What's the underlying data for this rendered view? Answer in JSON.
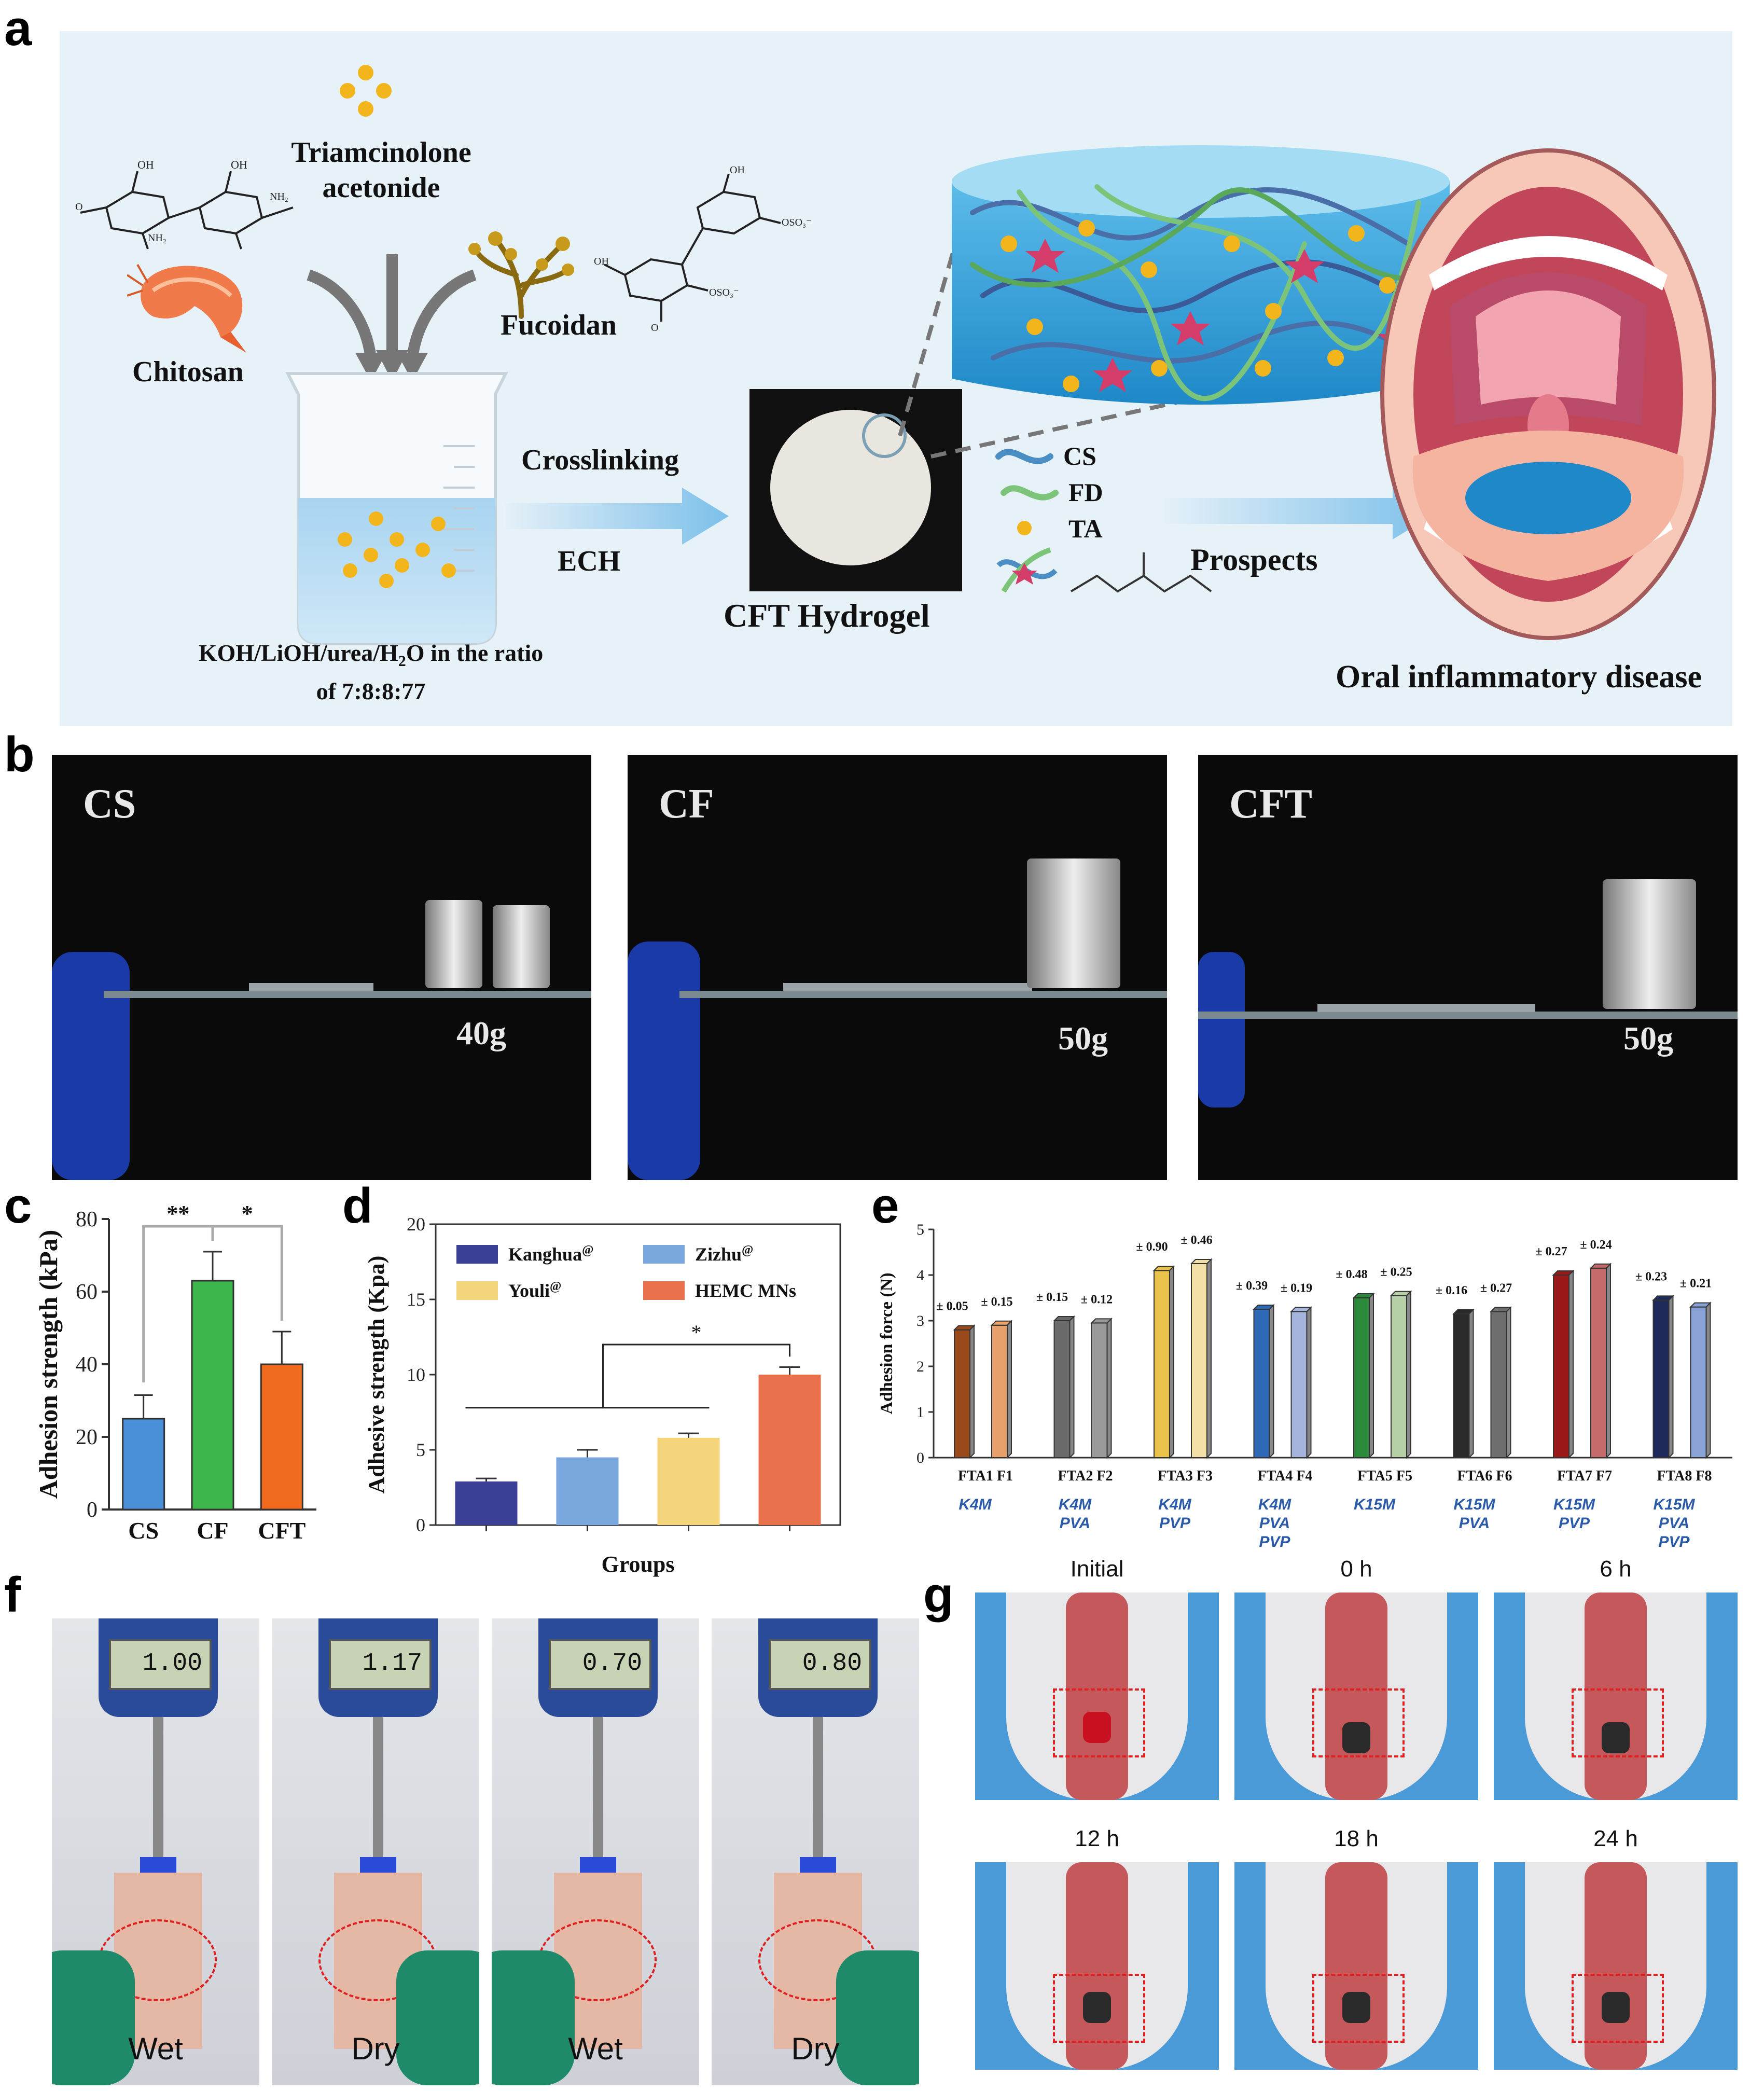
{
  "panel_labels": {
    "a": "a",
    "b": "b",
    "c": "c",
    "d": "d",
    "e": "e",
    "f": "f",
    "g": "g"
  },
  "panel_a": {
    "drug": "Triamcinolone acetonide",
    "chitosan": "Chitosan",
    "fucoidan": "Fucoidan",
    "solvent_line1": "KOH/LiOH/urea/H",
    "solvent_sub": "2",
    "solvent_line1_end": "O in the ratio",
    "solvent_line2": "of 7:8:8:77",
    "arrow1_top": "Crosslinking",
    "arrow1_bottom": "ECH",
    "hydrogel": "CFT Hydrogel",
    "legend": [
      "CS",
      "FD",
      "TA"
    ],
    "arrow2": "Prospects",
    "target": "Oral inflammatory disease",
    "colors": {
      "background": "#e6f2f8",
      "cs": "#4a8ec4",
      "fd": "#7cc47a",
      "ta": "#f2b61c",
      "crosslink": "#d43d6a",
      "water": "#2e9bd6"
    }
  },
  "panel_b": {
    "photos": [
      {
        "title": "CS",
        "weight": "40g"
      },
      {
        "title": "CF",
        "weight": "50g"
      },
      {
        "title": "CFT",
        "weight": "50g"
      }
    ]
  },
  "chart_data": [
    {
      "id": "c",
      "type": "bar",
      "categories": [
        "CS",
        "CF",
        "CFT"
      ],
      "values": [
        25,
        63,
        40
      ],
      "errors": [
        6.5,
        8,
        9
      ],
      "colors": [
        "#4a90d9",
        "#3cb54a",
        "#f06a1e"
      ],
      "ylabel": "Adhesion strength (kPa)",
      "ylim": [
        0,
        80
      ],
      "yticks": [
        0,
        20,
        40,
        60,
        80
      ],
      "significance": [
        "**",
        "*"
      ]
    },
    {
      "id": "d",
      "type": "bar",
      "categories": [
        "Kanghua@",
        "Zizhu@",
        "Youli@",
        "HEMC MNs"
      ],
      "values": [
        2.9,
        4.5,
        5.8,
        10.0
      ],
      "errors": [
        0.2,
        0.5,
        0.3,
        0.5
      ],
      "colors": [
        "#3a3e94",
        "#7aa7de",
        "#f4d57c",
        "#e8704a"
      ],
      "legend": [
        "Kanghua",
        "Zizhu",
        "Youli",
        "HEMC MNs"
      ],
      "legend_sup": "@",
      "xlabel": "Groups",
      "ylabel": "Adhesive strength (Kpa)",
      "ylim": [
        0,
        20
      ],
      "yticks": [
        0,
        5,
        10,
        15,
        20
      ],
      "significance": "*"
    },
    {
      "id": "e",
      "type": "bar",
      "groups": [
        "FTA1 F1",
        "FTA2 F2",
        "FTA3 F3",
        "FTA4 F4",
        "FTA5 F5",
        "FTA6 F6",
        "FTA7 F7",
        "FTA8 F8"
      ],
      "sublabels": [
        [
          "K4M"
        ],
        [
          "K4M",
          "PVA"
        ],
        [
          "K4M",
          "PVP"
        ],
        [
          "K4M",
          "PVA",
          "PVP"
        ],
        [
          "K15M"
        ],
        [
          "K15M",
          "PVA"
        ],
        [
          "K15M",
          "PVP"
        ],
        [
          "K15M",
          "PVA",
          "PVP"
        ]
      ],
      "values": [
        [
          2.8,
          2.9
        ],
        [
          3.0,
          2.95
        ],
        [
          4.1,
          4.25
        ],
        [
          3.25,
          3.2
        ],
        [
          3.5,
          3.55
        ],
        [
          3.15,
          3.2
        ],
        [
          4.0,
          4.15
        ],
        [
          3.45,
          3.3
        ]
      ],
      "errors": [
        [
          "± 0.05",
          "± 0.15"
        ],
        [
          "± 0.15",
          "± 0.12"
        ],
        [
          "± 0.90",
          "± 0.46"
        ],
        [
          "± 0.39",
          "± 0.19"
        ],
        [
          "± 0.48",
          "± 0.25"
        ],
        [
          "± 0.16",
          "± 0.27"
        ],
        [
          "± 0.27",
          "± 0.24"
        ],
        [
          "± 0.23",
          "± 0.21"
        ]
      ],
      "colors": [
        [
          "#9a4a1a",
          "#e8a06a"
        ],
        [
          "#6a6a6a",
          "#9a9a9a"
        ],
        [
          "#e8c24a",
          "#f2e0a8"
        ],
        [
          "#2e6ab8",
          "#a4b4dc"
        ],
        [
          "#2a8a3a",
          "#b8d0a8"
        ],
        [
          "#2a2a2a",
          "#6e6e6e"
        ],
        [
          "#9a1a1a",
          "#c46a6a"
        ],
        [
          "#1e2a5a",
          "#8aa4d8"
        ]
      ],
      "ylabel": "Adhesion force (N)",
      "ylim": [
        0,
        5
      ],
      "yticks": [
        0,
        1,
        2,
        3,
        4,
        5
      ]
    }
  ],
  "panel_f": {
    "photos": [
      {
        "display": "1.00",
        "label": "Wet"
      },
      {
        "display": "1.17",
        "label": "Dry"
      },
      {
        "display": "0.70",
        "label": "Wet"
      },
      {
        "display": "0.80",
        "label": "Dry"
      }
    ]
  },
  "panel_g": {
    "timepoints": [
      "Initial",
      "0 h",
      "6 h",
      "12 h",
      "18 h",
      "24 h"
    ]
  }
}
